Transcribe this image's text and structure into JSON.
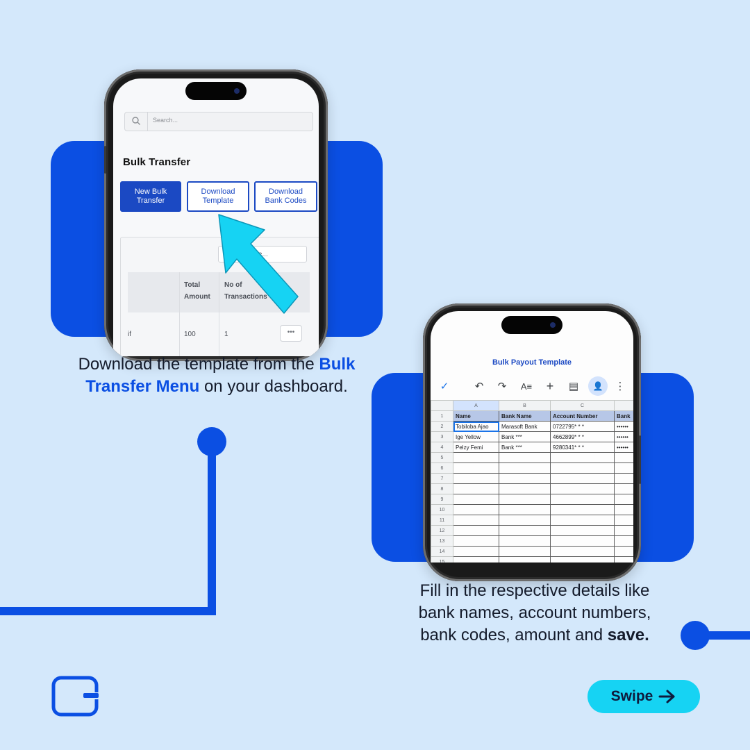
{
  "step1": {
    "search_placeholder": "Search...",
    "page_title": "Bulk Transfer",
    "buttons": [
      {
        "label": "New Bulk\nTransfer",
        "style": "primary"
      },
      {
        "label": "Download\nTemplate",
        "style": "outline"
      },
      {
        "label": "Download\nBank Codes",
        "style": "outline"
      }
    ],
    "table_search_placeholder": "Search here...",
    "columns": [
      "",
      "Total\nAmount",
      "No of\nTransactions"
    ],
    "rows": [
      {
        "c0": "if",
        "total": "100",
        "count": "1",
        "action": "•••"
      }
    ],
    "caption_before": "Download the template from the ",
    "caption_highlight": "Bulk Transfer Menu",
    "caption_after": " on your dashboard."
  },
  "step2": {
    "sheet_title": "Bulk Payout Template",
    "toolbar_icons": [
      "check-icon",
      "undo-icon",
      "redo-icon",
      "text-format-icon",
      "insert-icon",
      "comment-icon",
      "share-icon",
      "more-vert-icon"
    ],
    "column_letters": [
      "A",
      "B",
      "C",
      ""
    ],
    "header_row": [
      "Name",
      "Bank Name",
      "Account Number",
      "Bank"
    ],
    "data_rows": [
      [
        "Tobiloba Ajao",
        "Marasoft Bank",
        "0722795* * *",
        "••••••"
      ],
      [
        "Ige Yellow",
        "Bank ***",
        "4662899* * *",
        "••••••"
      ],
      [
        "Pelzy Femi",
        "Bank ***",
        "9280341* * *",
        "••••••"
      ]
    ],
    "row_numbers": [
      "1",
      "2",
      "3",
      "4",
      "5",
      "6",
      "7",
      "8",
      "9",
      "10",
      "11",
      "12",
      "13",
      "14",
      "15"
    ],
    "caption_line1": "Fill in the respective details like",
    "caption_line2": "bank names, account numbers,",
    "caption_line3_before": "bank codes, amount and ",
    "caption_line3_bold": "save."
  },
  "footer": {
    "swipe_label": "Swipe"
  },
  "colors": {
    "background": "#d4e8fb",
    "brand_blue": "#0b4fe3",
    "accent_cyan": "#16d3f3"
  }
}
